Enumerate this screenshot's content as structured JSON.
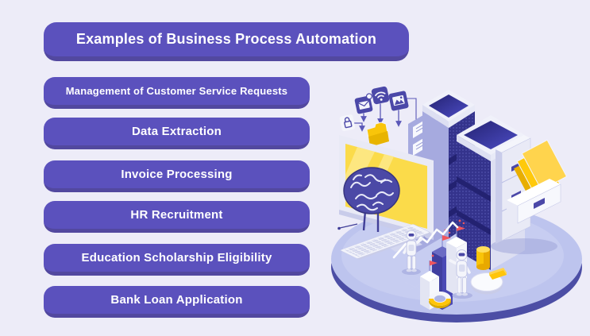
{
  "header": {
    "title": "Examples of Business Process Automation"
  },
  "items": [
    {
      "label": "Management of Customer Service Requests"
    },
    {
      "label": "Data Extraction"
    },
    {
      "label": "Invoice Processing"
    },
    {
      "label": "HR Recruitment"
    },
    {
      "label": "Education Scholarship Eligibility"
    },
    {
      "label": "Bank Loan Application"
    }
  ],
  "colors": {
    "background": "#EDECF8",
    "pill_purple": "#5B51BD",
    "pill_shadow": "#52489F",
    "pill_text": "#FFFFFF",
    "illustration_dark_indigo": "#34338C",
    "illustration_periwinkle": "#A6AADF",
    "illustration_platform": "#BDC4EE",
    "illustration_platform_rim": "#4C4EA5",
    "illustration_yellow": "#F9C408",
    "illustration_screen_yellow": "#FBDB4A",
    "illustration_flag_red": "#F0565E",
    "illustration_white": "#F4F5FB"
  },
  "illustration": {
    "alt": "Isometric illustration of business process automation",
    "elements": [
      "platform-ellipse",
      "server-rack-left",
      "server-rack-right",
      "monitor-with-brain",
      "brain",
      "keyboard",
      "mail-icon",
      "wifi-icon",
      "image-icon",
      "lock-icon",
      "folder-icon",
      "file-cabinet",
      "yellow-folders",
      "robot-left",
      "robot-right",
      "bar-columns",
      "red-flags",
      "trend-line",
      "yellow-cylinder",
      "pie-chart",
      "donut-chart"
    ]
  }
}
